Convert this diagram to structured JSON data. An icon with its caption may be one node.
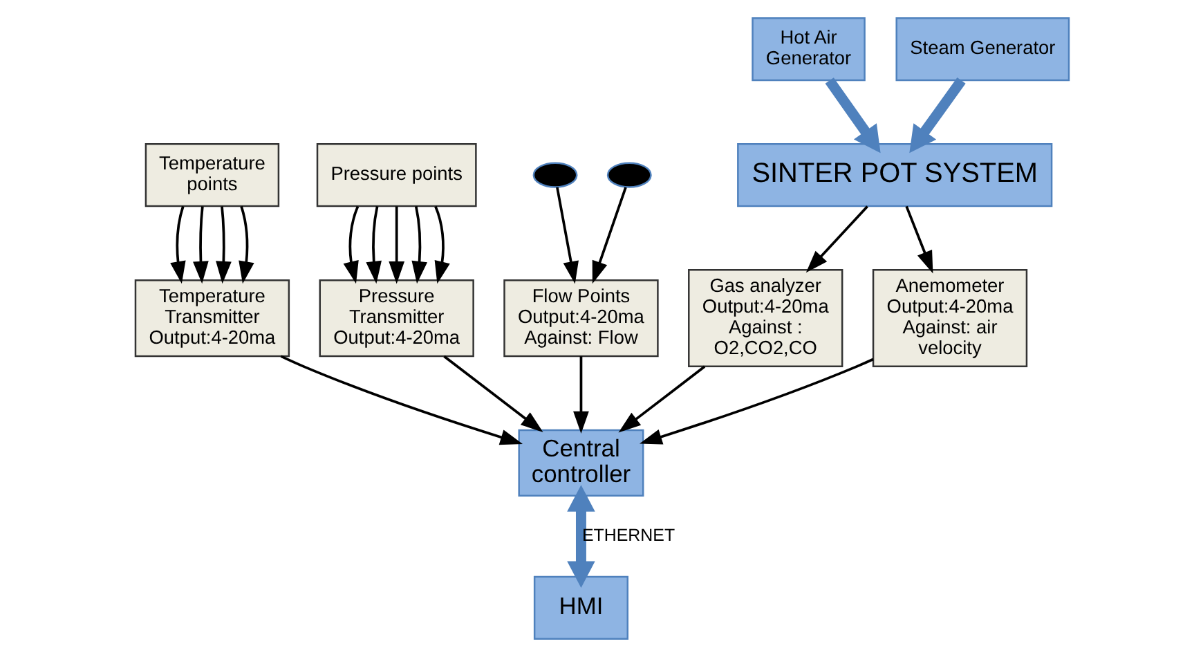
{
  "diagram": {
    "nodes": [
      {
        "text": [
          "SINTER POT SYSTEM"
        ]
      },
      {
        "text": [
          "Temperature points"
        ]
      },
      {
        "text": [
          "Pressure points"
        ]
      },
      {
        "text": [
          "Temperature Transmitter Output:4-20ma"
        ]
      },
      {
        "text": [
          "Pressure Transmitter Output:4-20ma"
        ]
      },
      {
        "text": [
          "Gas analyzer Output:4-20ma Against : O2,CO2,CO"
        ]
      },
      {
        "text": [
          "Anemometer Output:4-20ma Against: air velocity"
        ]
      },
      {
        "text": [
          "Flow Points Output:4-20ma Against: Flow"
        ]
      },
      {
        "text": [
          "Central controller"
        ]
      },
      {
        "text": [
          "HMI"
        ]
      },
      {
        "text": [
          "Hot Air Generator"
        ]
      },
      {
        "text": [
          "Steam Generator"
        ]
      },
      {
        "text": [],
        "shape": "ellipse"
      },
      {
        "text": [],
        "shape": "ellipse"
      }
    ],
    "edges": [
      {
        "from": 1,
        "to": 3,
        "arrow": "to"
      },
      {
        "from": 1,
        "to": 3,
        "arrow": "to"
      },
      {
        "from": 1,
        "to": 3,
        "arrow": "to"
      },
      {
        "from": 1,
        "to": 3,
        "arrow": "to"
      },
      {
        "from": 2,
        "to": 4,
        "arrow": "to"
      },
      {
        "from": 2,
        "to": 4,
        "arrow": "to"
      },
      {
        "from": 2,
        "to": 4,
        "arrow": "to"
      },
      {
        "from": 2,
        "to": 4,
        "arrow": "to"
      },
      {
        "from": 2,
        "to": 4,
        "arrow": "to"
      },
      {
        "from": 0,
        "to": 5,
        "arrow": "to"
      },
      {
        "from": 0,
        "to": 6,
        "arrow": "to"
      },
      {
        "from": 3,
        "to": 8,
        "arrow": "to"
      },
      {
        "from": 4,
        "to": 8,
        "arrow": "to"
      },
      {
        "from": 5,
        "to": 8,
        "arrow": "to"
      },
      {
        "from": 6,
        "to": 8,
        "arrow": "to"
      },
      {
        "from": 7,
        "to": 8,
        "arrow": "to"
      },
      {
        "from": 8,
        "to": 9,
        "arrow": "both",
        "label": "ETHERNET",
        "style": "thick",
        "color": "#4f81bd"
      },
      {
        "from": 10,
        "to": 0,
        "arrow": "to",
        "style": "thick",
        "color": "#4f81bd"
      },
      {
        "from": 11,
        "to": 0,
        "arrow": "to",
        "style": "thick",
        "color": "#4f81bd"
      },
      {
        "from": 12,
        "to": 7,
        "arrow": "to"
      },
      {
        "from": 13,
        "to": 7,
        "arrow": "to"
      }
    ]
  }
}
